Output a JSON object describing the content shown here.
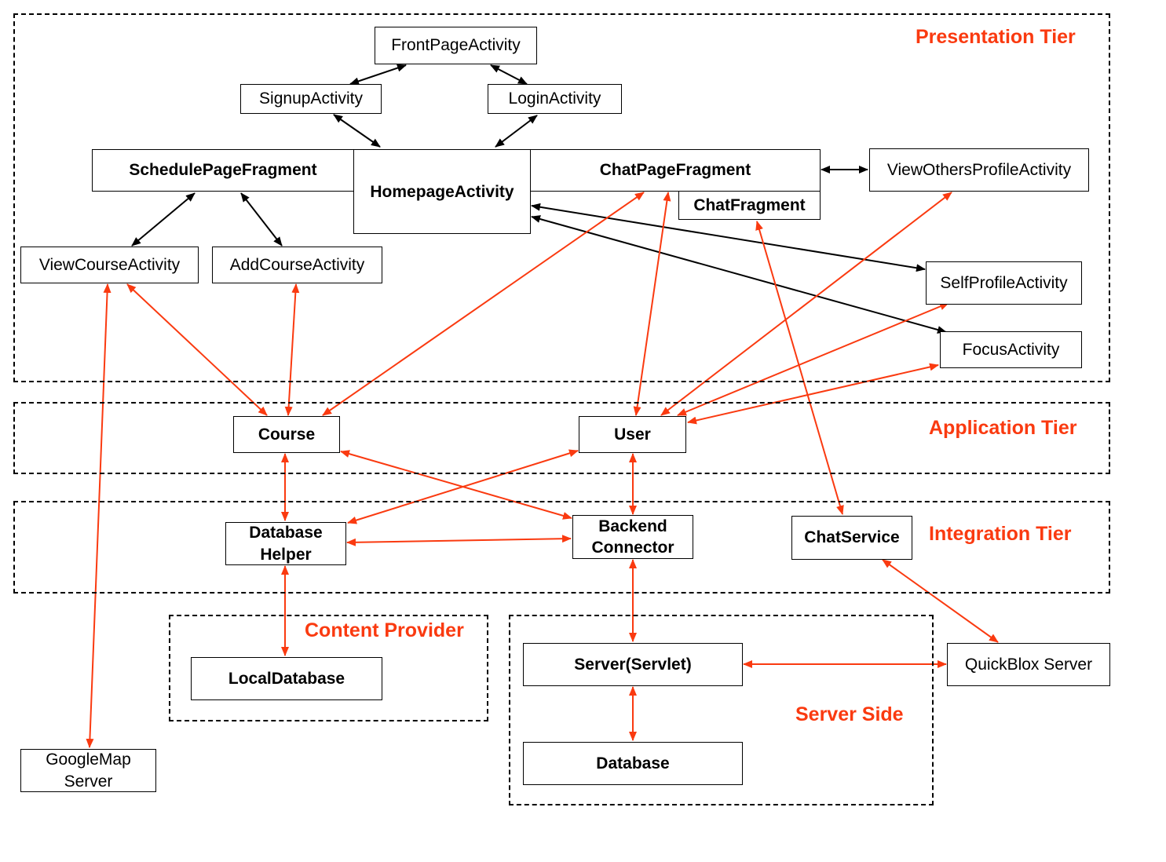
{
  "tiers": {
    "presentation": "Presentation Tier",
    "application": "Application Tier",
    "integration": "Integration Tier",
    "content_provider": "Content Provider",
    "server_side": "Server Side"
  },
  "nodes": {
    "front_page_activity": "FrontPageActivity",
    "signup_activity": "SignupActivity",
    "login_activity": "LoginActivity",
    "schedule_page_fragment": "SchedulePageFragment",
    "homepage_activity": "HomepageActivity",
    "chat_page_fragment": "ChatPageFragment",
    "chat_fragment": "ChatFragment",
    "view_others_profile_activity": "ViewOthersProfileActivity",
    "view_course_activity": "ViewCourseActivity",
    "add_course_activity": "AddCourseActivity",
    "self_profile_activity": "SelfProfileActivity",
    "focus_activity": "FocusActivity",
    "course": "Course",
    "user": "User",
    "database_helper": "Database Helper",
    "backend_connector": "Backend Connector",
    "chat_service": "ChatService",
    "local_database": "LocalDatabase",
    "server_servlet": "Server(Servlet)",
    "database": "Database",
    "quickblox_server": "QuickBlox Server",
    "googlemap_server": "GoogleMap Server"
  },
  "colors": {
    "accent": "#fa3a10",
    "line": "#000000"
  }
}
